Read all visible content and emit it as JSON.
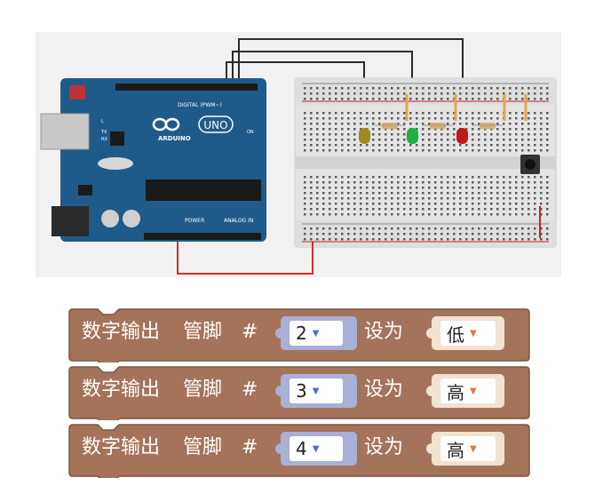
{
  "board": {
    "brand": "ARDUINO",
    "model": "UNO",
    "digital_header": "DIGITAL (PWM~)",
    "power_header": "POWER",
    "analog_header": "ANALOG IN",
    "on_label": "ON",
    "l_label": "L",
    "tx_label": "TX",
    "rx_label": "RX"
  },
  "breadboard": {
    "led_colors": [
      "#a08a20",
      "#20b040",
      "#c01818"
    ],
    "top_rail_colors": [
      "#666666",
      "#cc2222"
    ],
    "wire_colors": {
      "signal": "#2a2a2a",
      "power": "#d42b2b",
      "ground": "#e8a44a"
    }
  },
  "blocks": [
    {
      "action": "数字输出",
      "pin_word": "管脚",
      "hash": "#",
      "pin": "2",
      "set_to": "设为",
      "level": "低"
    },
    {
      "action": "数字输出",
      "pin_word": "管脚",
      "hash": "#",
      "pin": "3",
      "set_to": "设为",
      "level": "高"
    },
    {
      "action": "数字输出",
      "pin_word": "管脚",
      "hash": "#",
      "pin": "4",
      "set_to": "设为",
      "level": "高"
    }
  ],
  "colors": {
    "block_fill": "#a5735a",
    "block_stroke": "#7d5440",
    "pin_slot": "#a8b0d8",
    "value_slot": "#f2e2d0"
  }
}
